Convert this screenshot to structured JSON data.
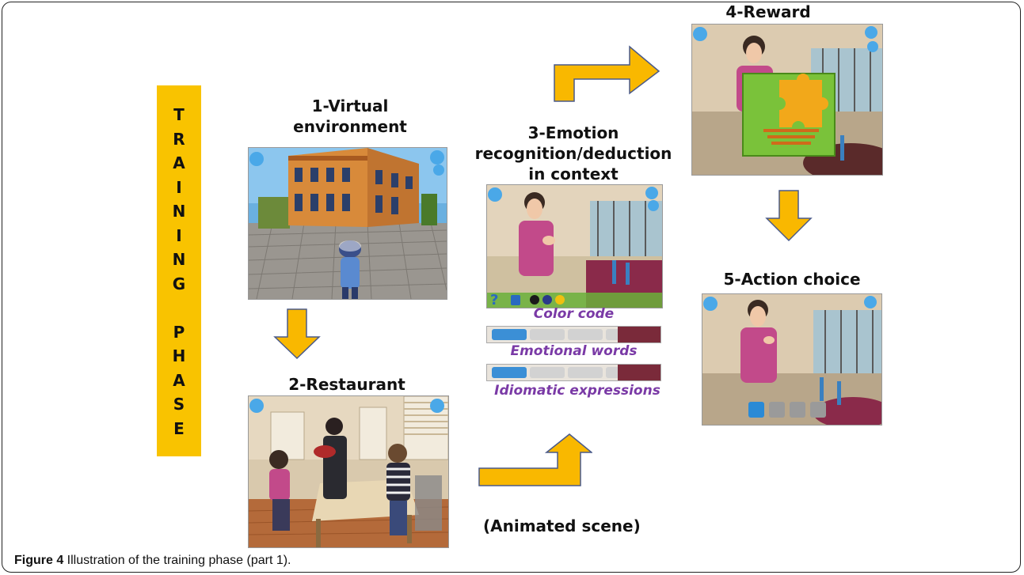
{
  "phase_letters": [
    "T",
    "R",
    "A",
    "I",
    "N",
    "I",
    "N",
    "G",
    "",
    "P",
    "H",
    "A",
    "S",
    "E"
  ],
  "steps": {
    "s1": {
      "line1": "1-Virtual",
      "line2": "environment"
    },
    "s2": {
      "label": "2-Restaurant"
    },
    "s3": {
      "line1": "3-Emotion",
      "line2": "recognition/deduction",
      "line3": "in context"
    },
    "s4": {
      "label": "4-Reward"
    },
    "s5": {
      "label": "5-Action choice"
    }
  },
  "captions": {
    "color_code": "Color code",
    "emotional_words": "Emotional words",
    "idiomatic": "Idiomatic expressions",
    "animated": "(Animated scene)"
  },
  "figure": {
    "label": "Figure 4",
    "text": " Illustration of the training phase (part 1)."
  },
  "colors": {
    "phase_bar": "#f9c300",
    "arrow_fill": "#f9b800",
    "arrow_stroke": "#4a5a8a",
    "caption_purple": "#7a3aa6"
  }
}
